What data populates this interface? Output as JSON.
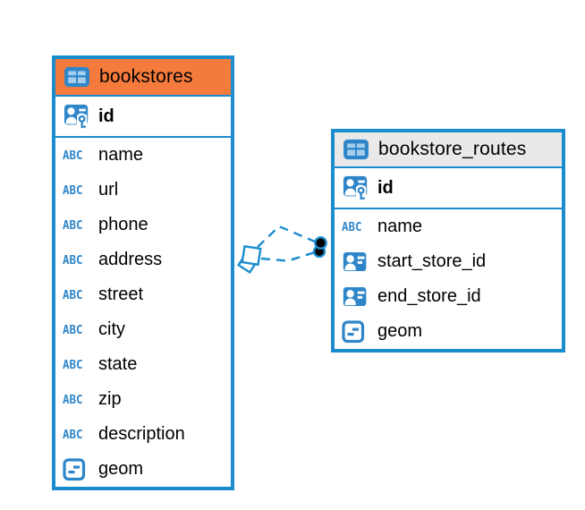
{
  "diagram": {
    "type": "entity-relationship",
    "background": "#FFFFFF"
  },
  "colors": {
    "accent_blue": "#1B8DCE",
    "icon_blue": "#2E86C9",
    "icon_cell_light_blue": "#A6CDEC",
    "bookstores_header": "#F57B3D",
    "bookstore_routes_header": "#E9E9E9",
    "text": "#000000",
    "relationship_dot_fill": "#000000"
  },
  "icons": {
    "text_type_label": "ABC",
    "table_icon": "table-grid",
    "primary_key_icon": "person-id-card-with-key",
    "foreign_key_icon": "person-id-card",
    "geometry_icon": "square-with-dashes"
  },
  "tables": [
    {
      "name": "bookstores",
      "columns": [
        {
          "name": "id",
          "key": "primary"
        },
        {
          "name": "name",
          "type": "text"
        },
        {
          "name": "url",
          "type": "text"
        },
        {
          "name": "phone",
          "type": "text"
        },
        {
          "name": "address",
          "type": "text"
        },
        {
          "name": "street",
          "type": "text"
        },
        {
          "name": "city",
          "type": "text"
        },
        {
          "name": "state",
          "type": "text"
        },
        {
          "name": "zip",
          "type": "text"
        },
        {
          "name": "description",
          "type": "text"
        },
        {
          "name": "geom",
          "type": "geometry"
        }
      ]
    },
    {
      "name": "bookstore_routes",
      "columns": [
        {
          "name": "id",
          "key": "primary"
        },
        {
          "name": "name",
          "type": "text"
        },
        {
          "name": "start_store_id",
          "key": "foreign"
        },
        {
          "name": "end_store_id",
          "key": "foreign"
        },
        {
          "name": "geom",
          "type": "geometry"
        }
      ]
    }
  ],
  "relationships": [
    {
      "from_table": "bookstores",
      "to_table": "bookstore_routes",
      "line_style": "dashed",
      "source_marker": "diamond",
      "target_marker": "filled-dot"
    },
    {
      "from_table": "bookstores",
      "to_table": "bookstore_routes",
      "line_style": "dashed",
      "source_marker": "diamond",
      "target_marker": "filled-dot"
    }
  ]
}
